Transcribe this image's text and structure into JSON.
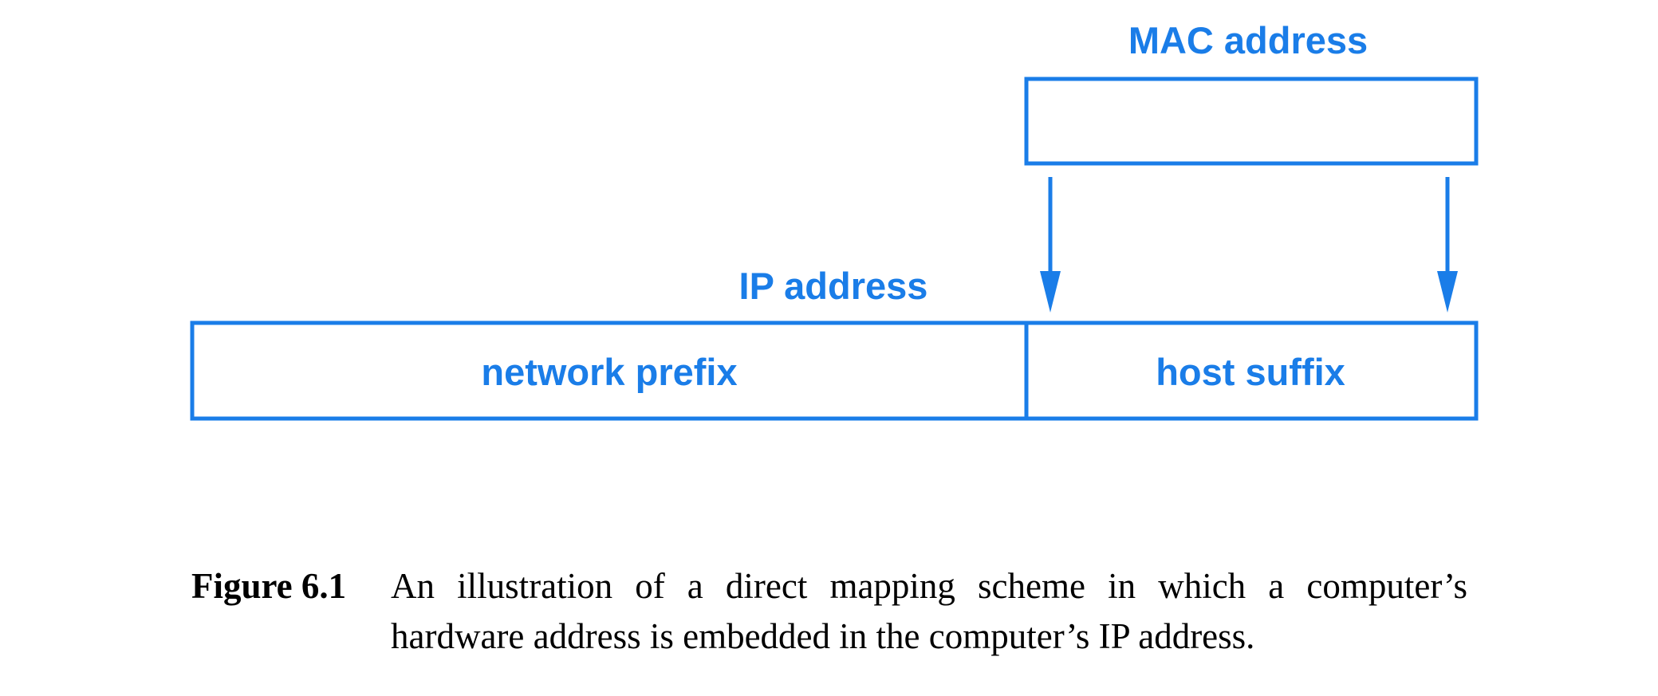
{
  "diagram": {
    "mac_label": "MAC address",
    "ip_label": "IP address",
    "network_prefix_label": "network prefix",
    "host_suffix_label": "host suffix",
    "accent_color": "#1a7de8"
  },
  "caption": {
    "label": "Figure 6.1",
    "line1": "An illustration of a direct mapping scheme in which a computer’s",
    "line2": "hardware address is embedded in the computer’s IP address."
  }
}
